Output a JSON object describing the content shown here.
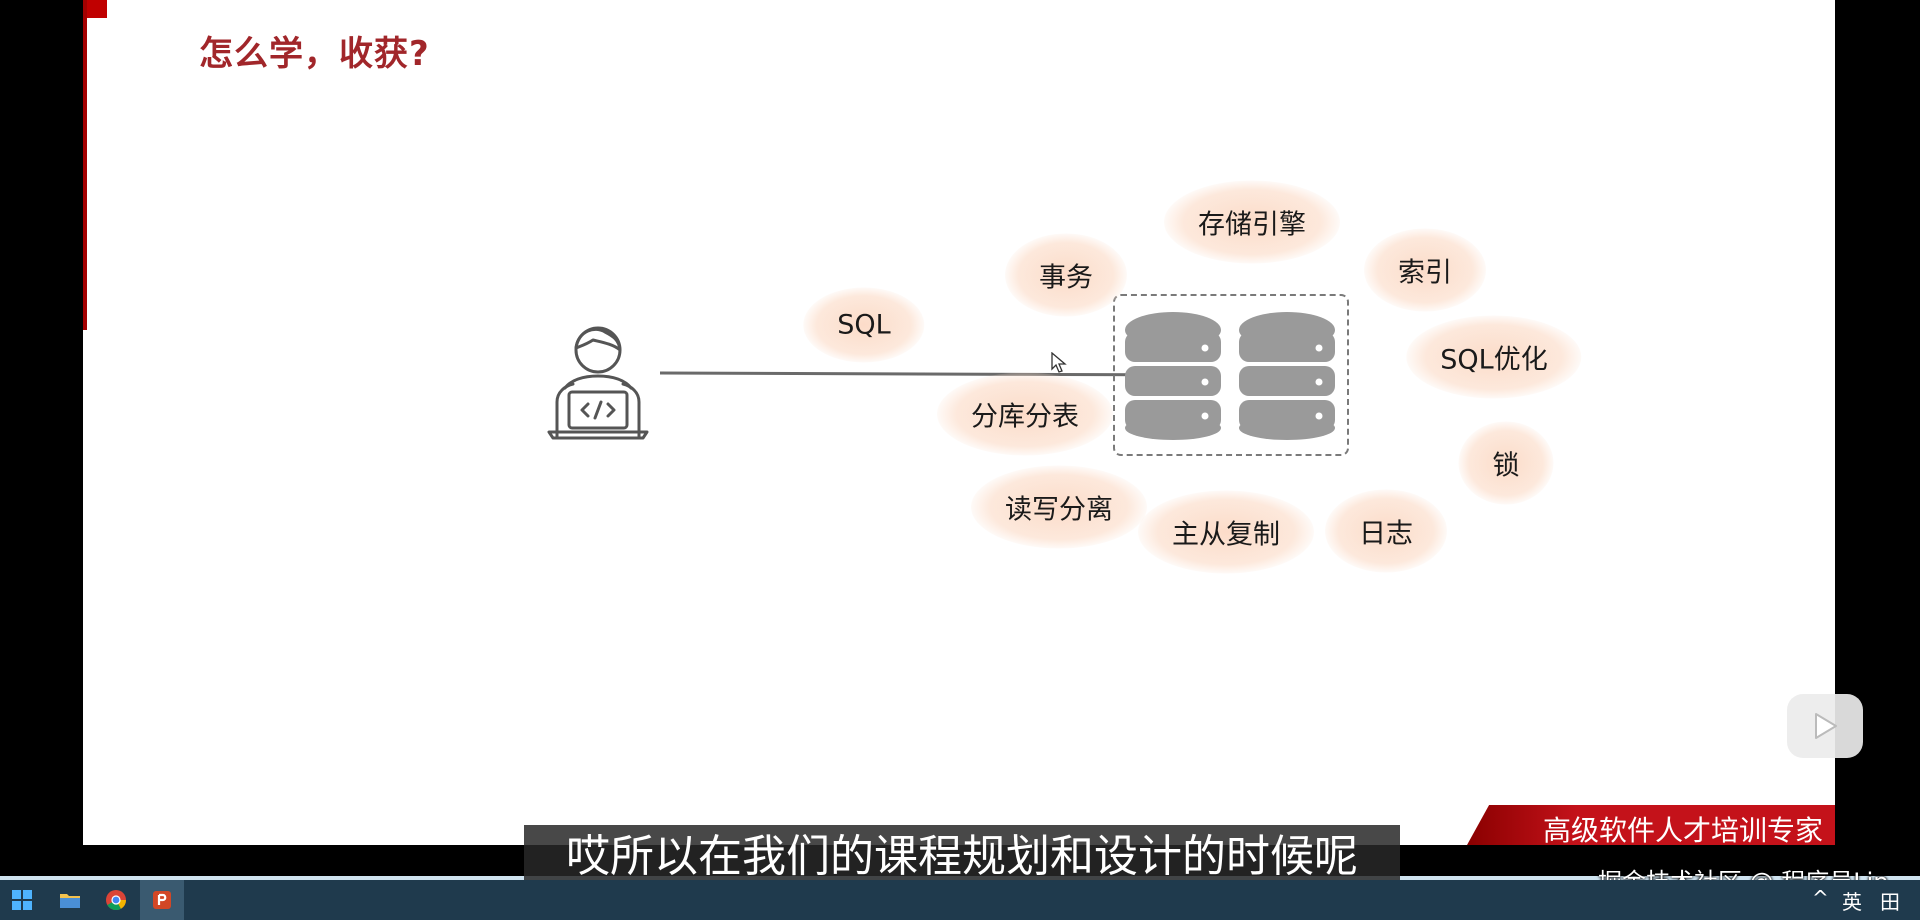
{
  "slide": {
    "title": "怎么学，收获?",
    "topics": {
      "sql": "SQL",
      "transaction": "事务",
      "storage_engine": "存储引擎",
      "index": "索引",
      "sql_optimization": "SQL优化",
      "sharding": "分库分表",
      "lock": "锁",
      "rw_split": "读写分离",
      "replication": "主从复制",
      "log": "日志"
    },
    "brand_text": "高级软件人才培训专家"
  },
  "player": {
    "subtitle": "哎所以在我们的课程规划和设计的时候呢",
    "watermark": "掘金技术社区 @ 程序员Lip"
  },
  "taskbar": {
    "input_method": "英",
    "tray_arrow": "^",
    "grid_glyph": "田"
  },
  "colors": {
    "title": "#a1262a",
    "accent_red": "#c4121a",
    "database_gray": "#9a9a9a",
    "cloud": "#fcdac6",
    "taskbar": "#1f3a4d"
  }
}
